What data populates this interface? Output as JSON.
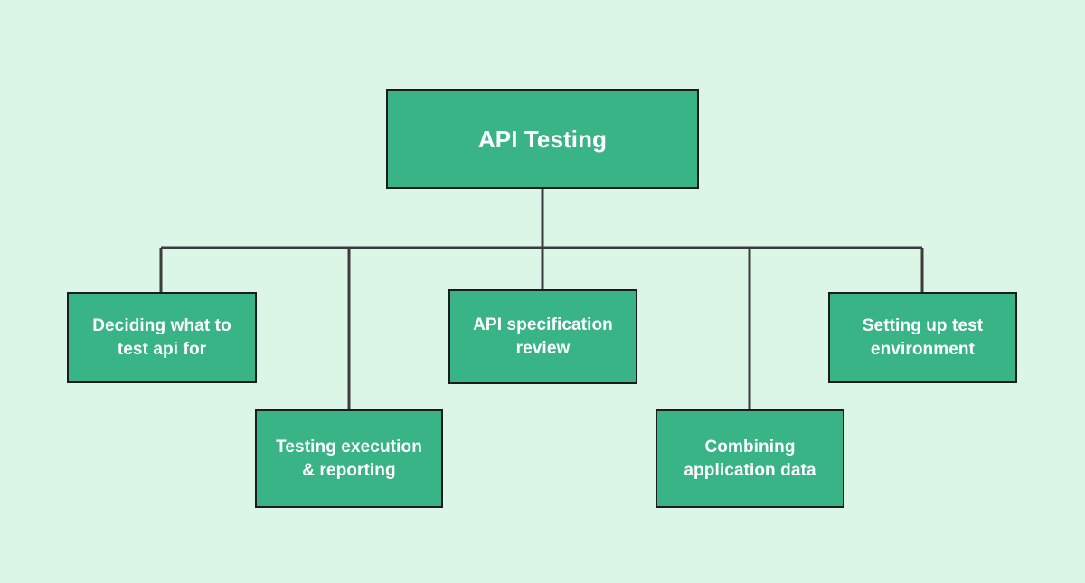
{
  "diagram": {
    "title": "API Testing",
    "type": "hierarchy-tree",
    "colors": {
      "background": "#dbf5e7",
      "node_fill": "#38b486",
      "node_border": "#1b1b1b",
      "node_text": "#ffffff",
      "connector": "#3c3c3c"
    },
    "root": {
      "label": "API Testing"
    },
    "children": [
      {
        "label": "Deciding what to\ntest api for"
      },
      {
        "label": "Testing execution\n& reporting"
      },
      {
        "label": "API specification\nreview"
      },
      {
        "label": "Combining\napplication data"
      },
      {
        "label": "Setting up test\nenvironment"
      }
    ]
  }
}
